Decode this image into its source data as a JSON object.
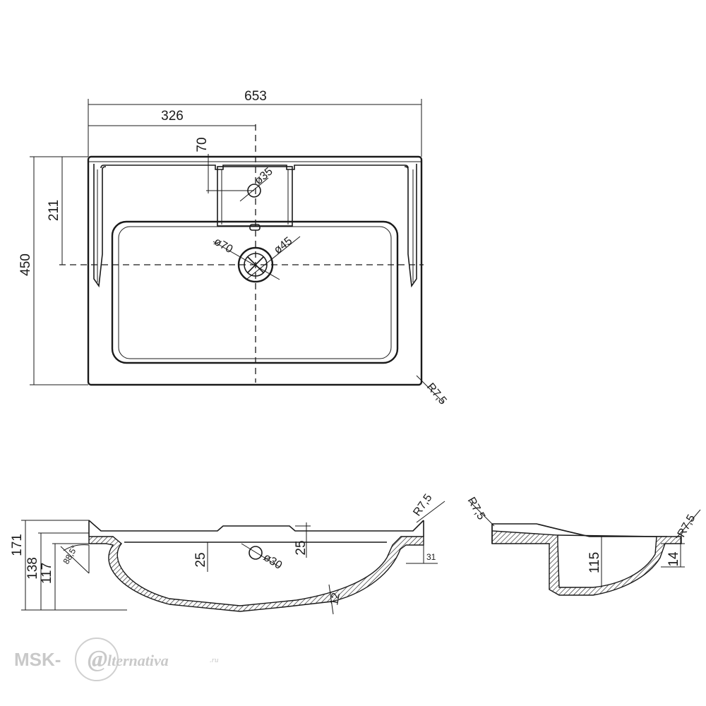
{
  "top_view": {
    "overall_width": "653",
    "half_width": "326",
    "tap_hole_offset": "70",
    "tap_hole_diameter": "ø35",
    "overall_depth": "450",
    "drain_offset": "211",
    "drain_outer_diameter": "ø70",
    "drain_inner_diameter": "ø45",
    "corner_radius": "R7,5"
  },
  "front_section": {
    "corner_radius": "R7,5",
    "total_height": "171",
    "height_138": "138",
    "height_117": "117",
    "angle": "88,5°",
    "recess_left": "25",
    "recess_right": "25",
    "overflow_diameter": "ø30",
    "edge_31": "31",
    "wall_thickness": "12"
  },
  "side_section": {
    "radius_left": "R7,5",
    "radius_right": "R7,5",
    "bowl_depth": "115",
    "rim_14": "14"
  },
  "watermark": {
    "prefix": "MSK-",
    "at_symbol": "@",
    "suffix": "lternativa",
    "domain": ".ru"
  }
}
